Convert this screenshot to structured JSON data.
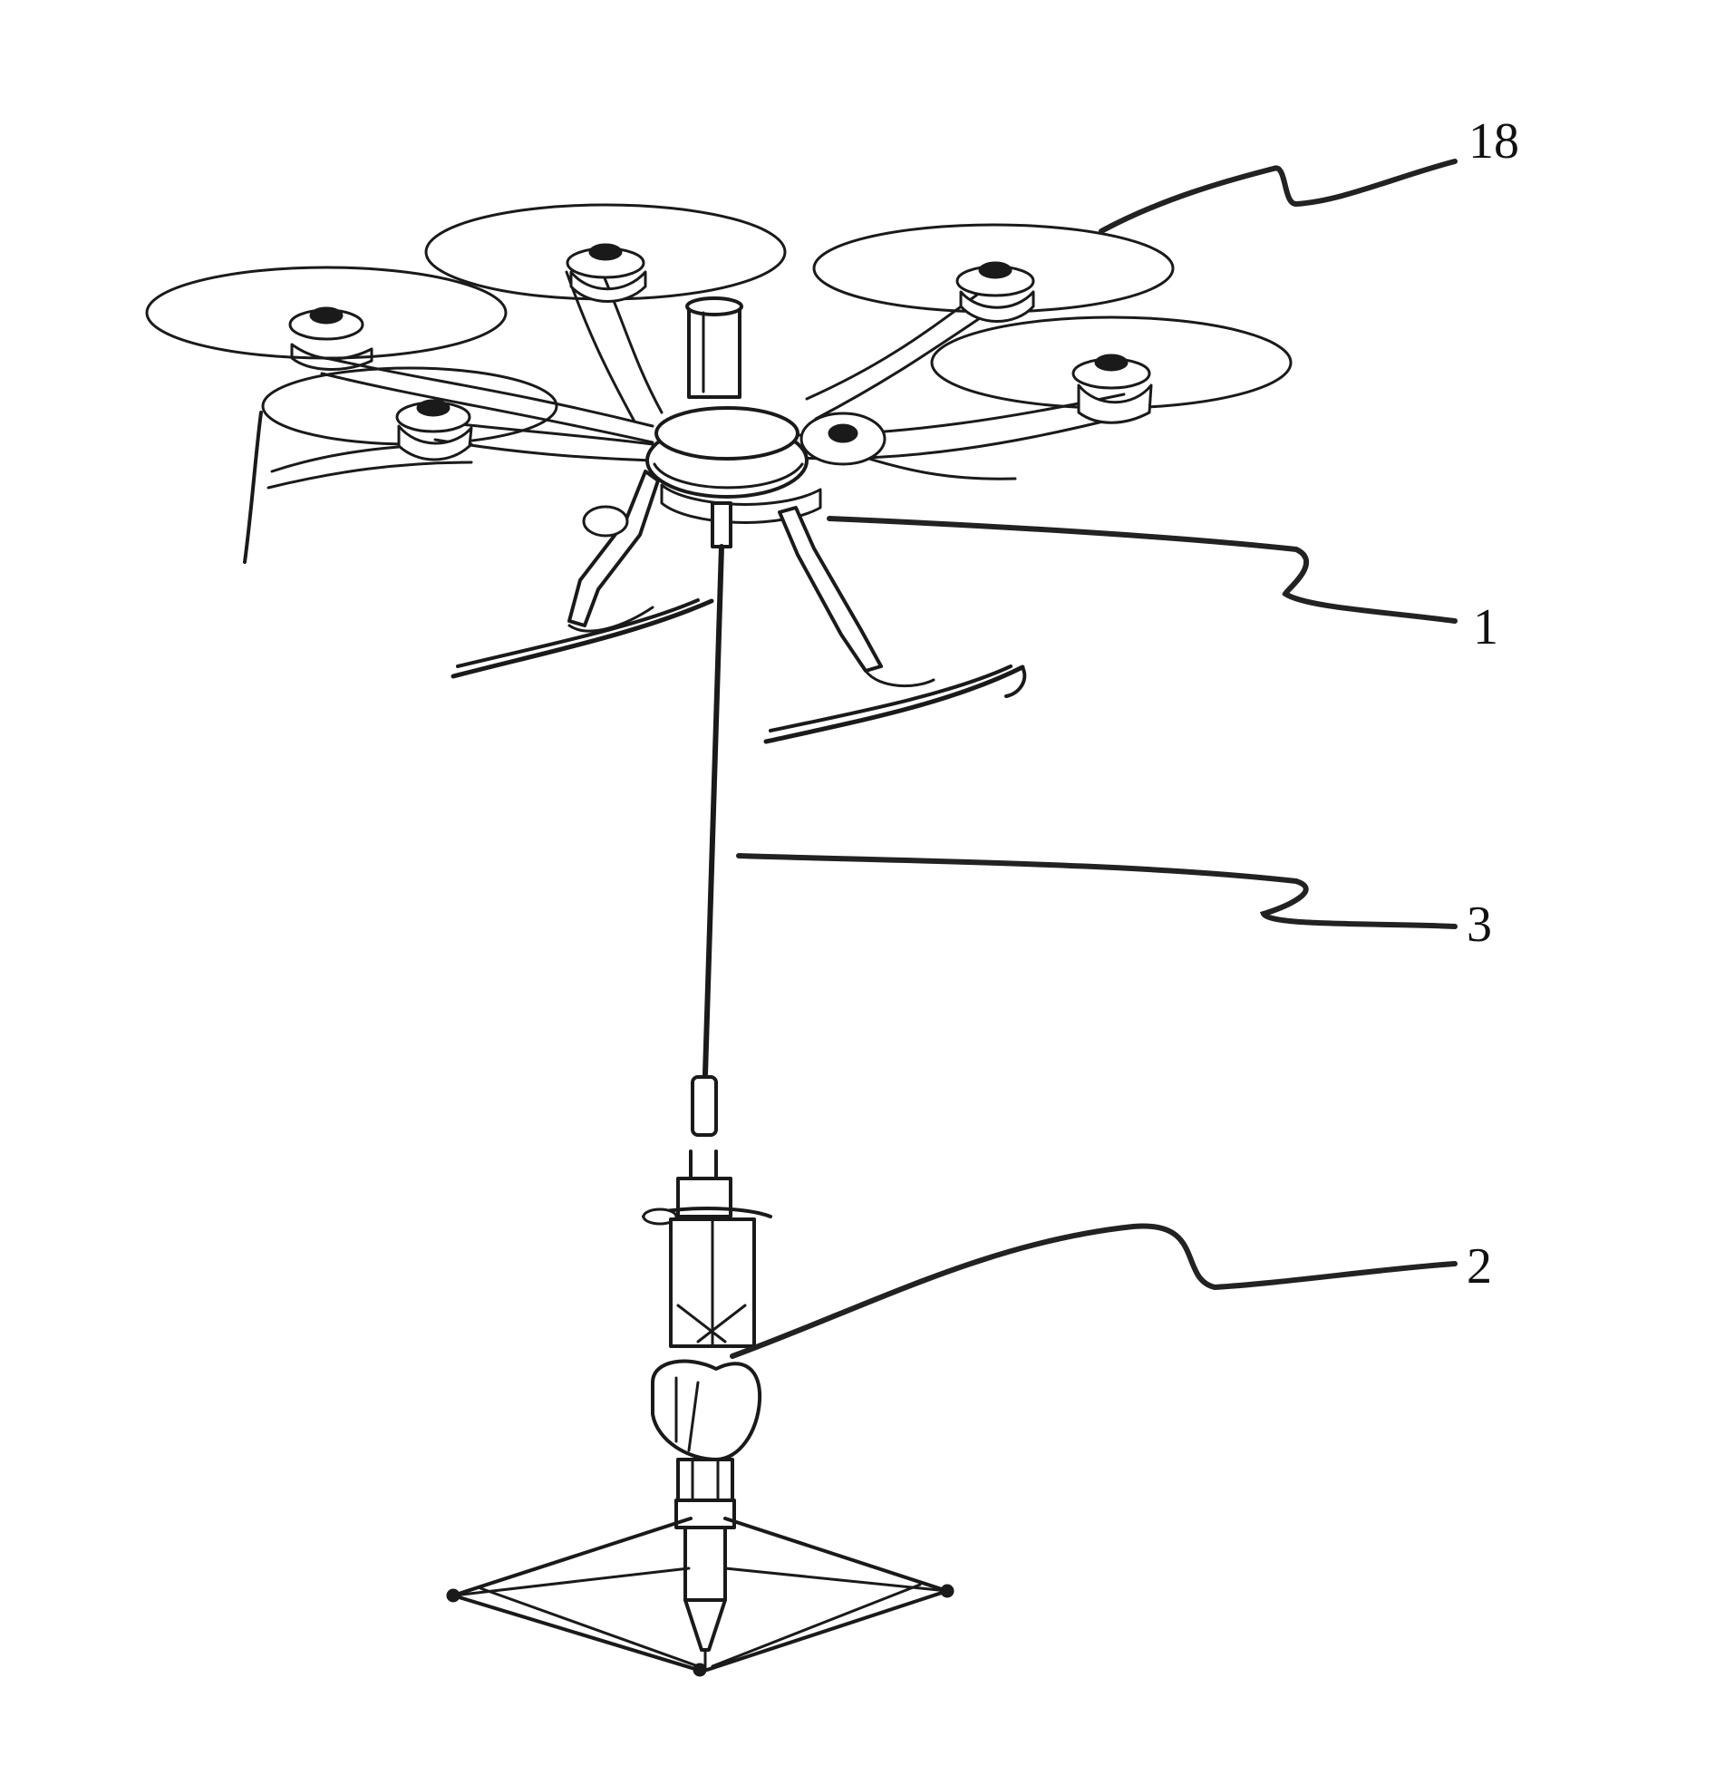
{
  "figure": {
    "reference_labels": [
      {
        "id": "18",
        "text": "18"
      },
      {
        "id": "1",
        "text": "1"
      },
      {
        "id": "3",
        "text": "3"
      },
      {
        "id": "2",
        "text": "2"
      }
    ]
  }
}
